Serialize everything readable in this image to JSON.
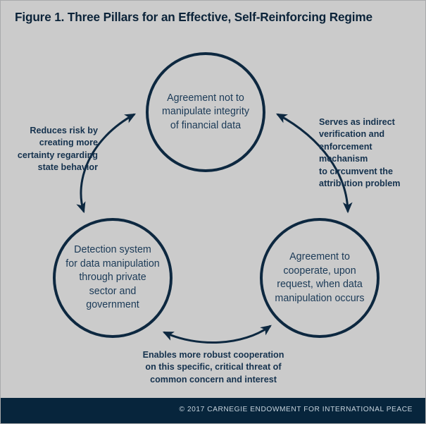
{
  "figure": {
    "title": "Figure 1. Three Pillars for an Effective, Self-Reinforcing Regime",
    "background_color": "#cbcbcb",
    "accent_color": "#0d2840",
    "text_color": "#1b3a57",
    "footer_color": "#07253c"
  },
  "diagram": {
    "type": "cycle",
    "nodes": [
      {
        "id": "top",
        "label": "Agreement not to\nmanipulate integrity\nof financial data",
        "position": "top-center"
      },
      {
        "id": "bottom-left",
        "label": "Detection system\nfor data manipulation\nthrough private\nsector and\ngovernment",
        "position": "bottom-left"
      },
      {
        "id": "bottom-right",
        "label": "Agreement to\ncooperate, upon\nrequest, when data\nmanipulation occurs",
        "position": "bottom-right"
      }
    ],
    "edges": [
      {
        "id": "left",
        "from": "bottom-left",
        "to": "top",
        "arrowheads": "both",
        "label": "Reduces risk by\ncreating more\ncertainty regarding\nstate behavior"
      },
      {
        "id": "right",
        "from": "top",
        "to": "bottom-right",
        "arrowheads": "both",
        "label": "Serves as indirect\nverification and\nenforcement mechanism\nto circumvent the\nattribution problem"
      },
      {
        "id": "bottom",
        "from": "bottom-right",
        "to": "bottom-left",
        "arrowheads": "both",
        "label": "Enables more robust cooperation\non this specific, critical threat of\ncommon concern and interest"
      }
    ]
  },
  "footer": {
    "copyright": "© 2017 CARNEGIE ENDOWMENT FOR INTERNATIONAL PEACE"
  }
}
